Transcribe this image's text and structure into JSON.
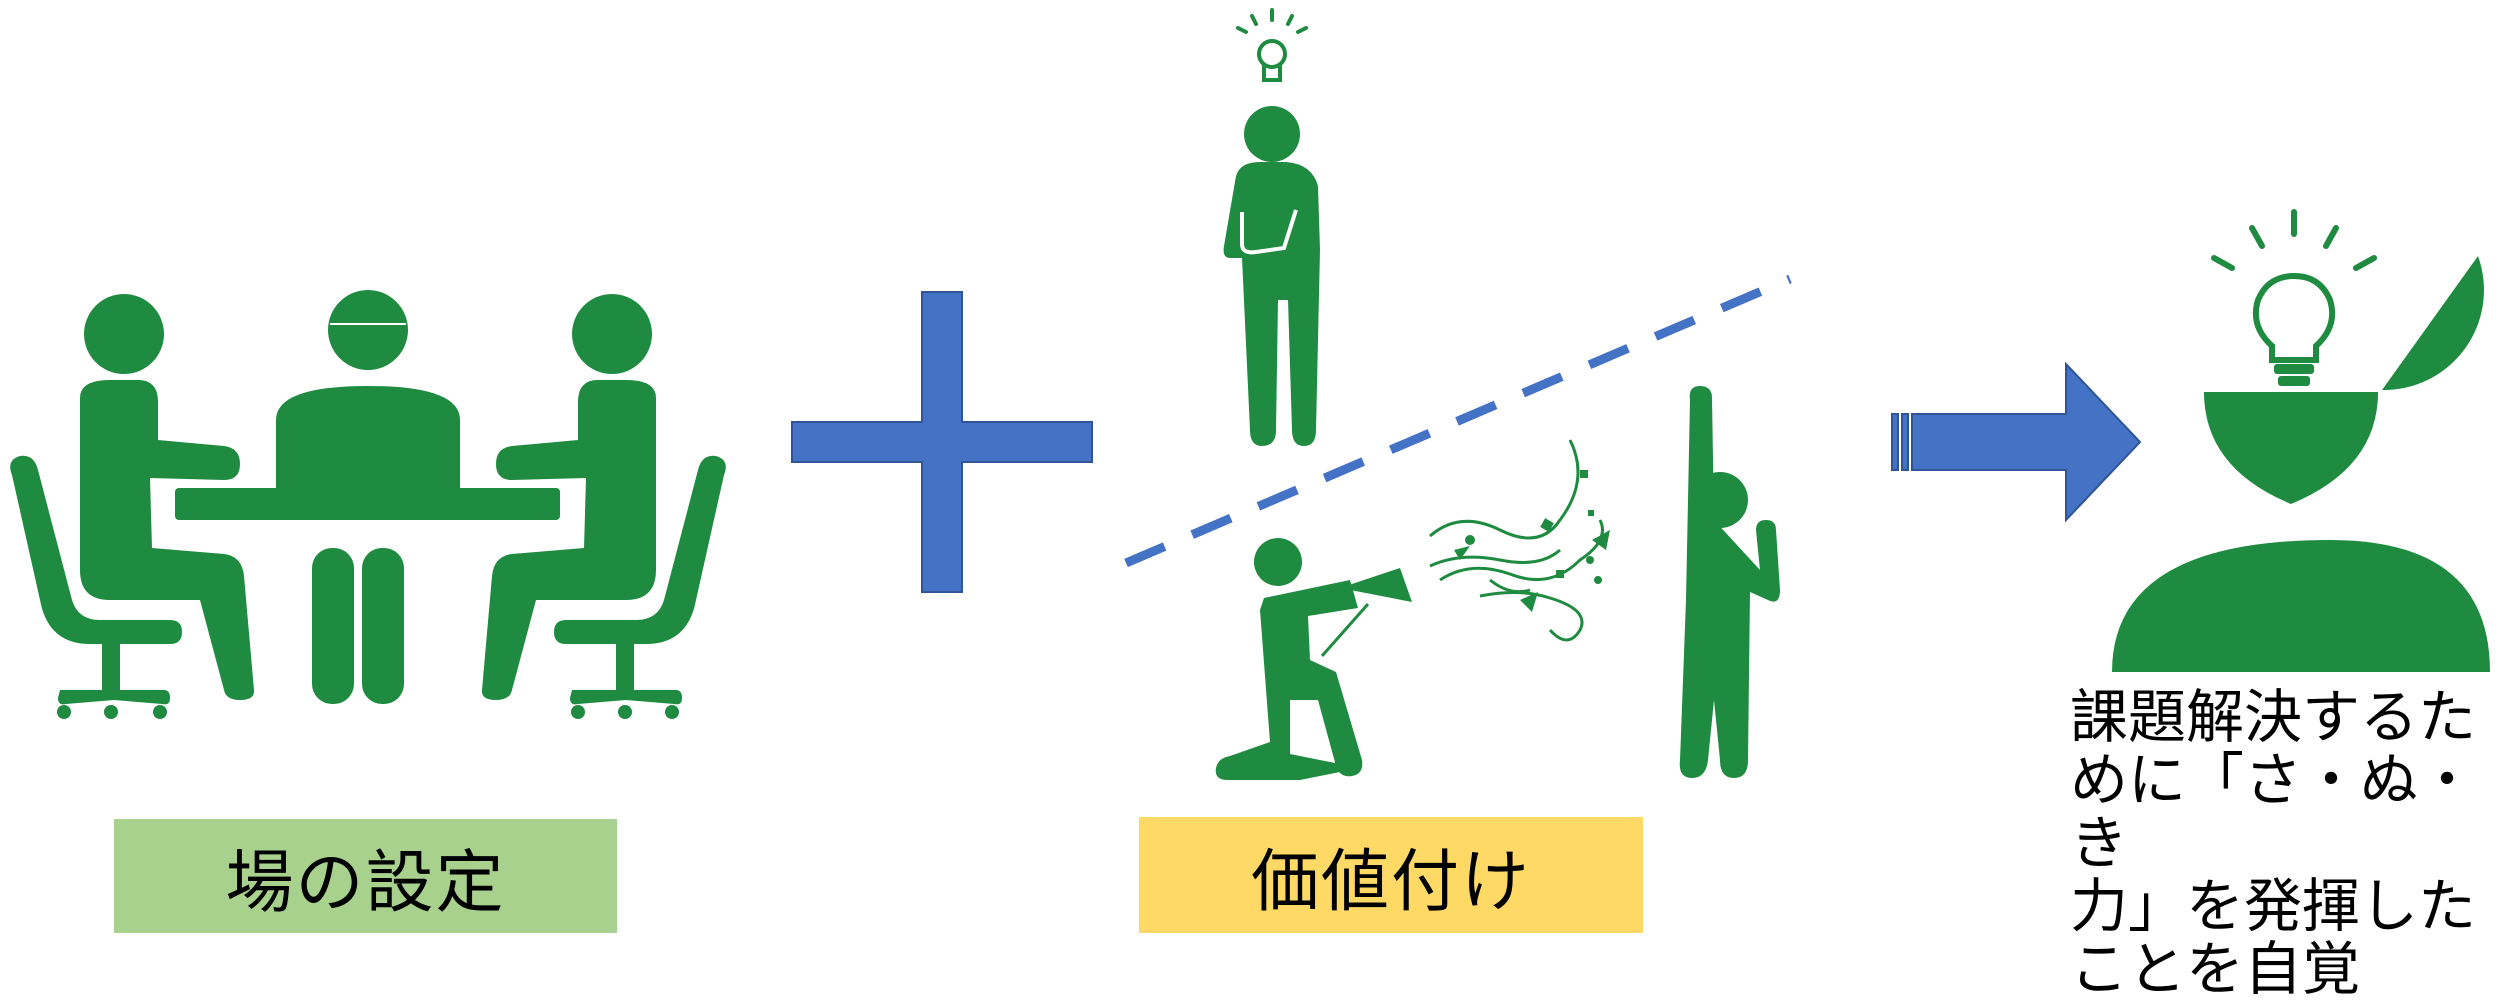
{
  "labels": {
    "setting": "場の設定",
    "value": "価値付け"
  },
  "caption": "課題解決するた\nめに「さ・ぬ・き\n力」を発揮した\nことを自覚",
  "colors": {
    "figure": "#1f8b40",
    "blue": "#4472c4",
    "setting_box": "#a9d18e",
    "value_box": "#ffd966"
  }
}
